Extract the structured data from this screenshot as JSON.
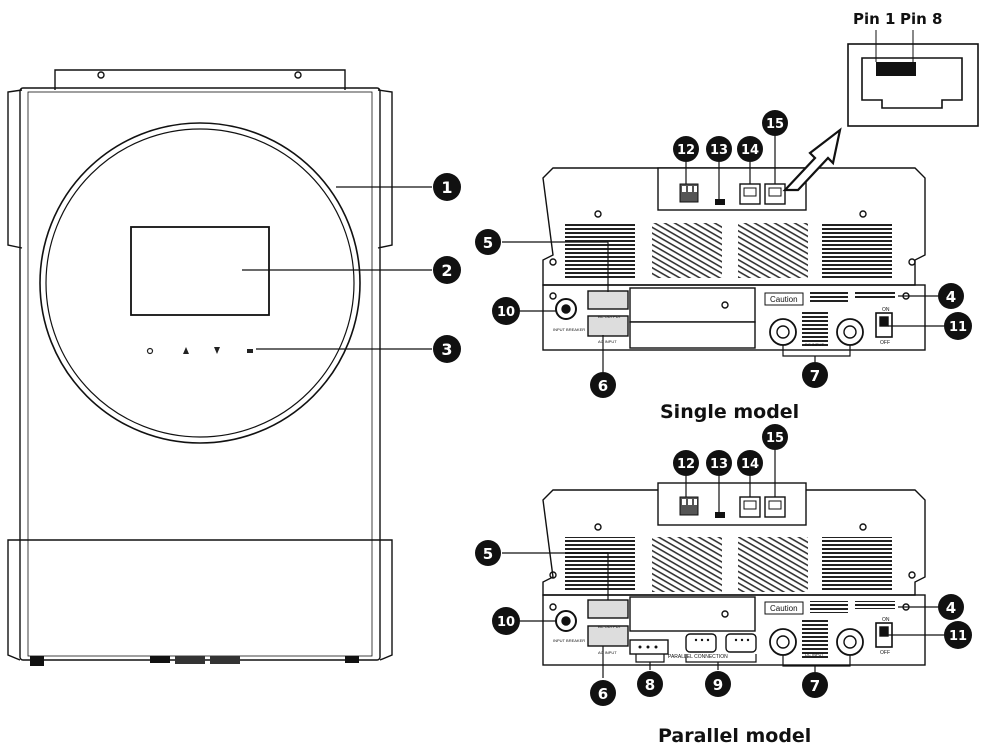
{
  "pin_labels": {
    "pin1": "Pin 1",
    "pin8": "Pin 8"
  },
  "captions": {
    "single": "Single model",
    "parallel": "Parallel model"
  },
  "callouts": {
    "c1": "1",
    "c2": "2",
    "c3": "3",
    "s4": "4",
    "s5": "5",
    "s6": "6",
    "s7": "7",
    "s10": "10",
    "s11": "11",
    "s12": "12",
    "s13": "13",
    "s14": "14",
    "s15": "15",
    "p4": "4",
    "p5": "5",
    "p6": "6",
    "p7": "7",
    "p8": "8",
    "p9": "9",
    "p10": "10",
    "p11": "11",
    "p12": "12",
    "p13": "13",
    "p14": "14",
    "p15": "15"
  },
  "panel_text": {
    "caution": "Caution",
    "ac_output": "AC OUTPUT",
    "ac_input": "AC INPUT",
    "dc_input": "DC INPUT",
    "on": "ON",
    "off": "OFF",
    "parallel_connection": "PARALLEL CONNECTION",
    "input_breaker": "INPUT BREAKER"
  }
}
